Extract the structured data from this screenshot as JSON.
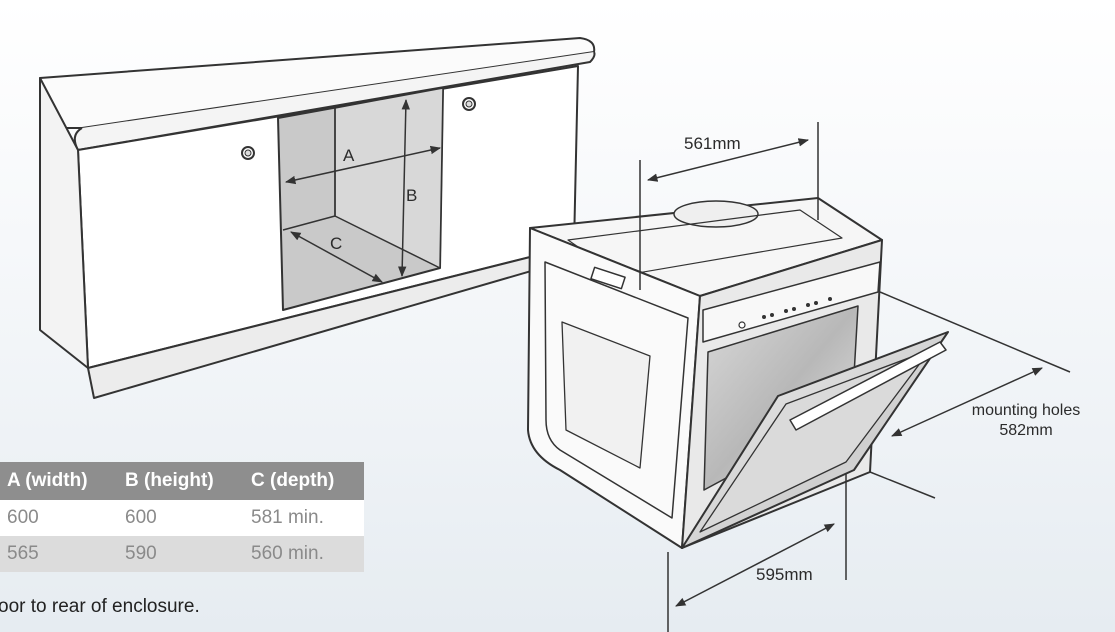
{
  "labels": {
    "a": "A",
    "b": "B",
    "c": "C",
    "width_top": "561mm",
    "mount_line1": "mounting holes",
    "mount_line2": "582mm",
    "width_bottom": "595mm"
  },
  "table": {
    "headers": [
      "A (width)",
      "B (height)",
      "C (depth)"
    ],
    "rows": [
      [
        "600",
        "600",
        "581 min."
      ],
      [
        "565",
        "590",
        "560 min."
      ]
    ]
  },
  "footnote": "oor to rear of enclosure.",
  "colors": {
    "line": "#333333",
    "cavity": "#c9c9c9",
    "header_bg": "#8e8e8e",
    "row_alt": "#dcdcdc",
    "value_text": "#8a8a8a"
  }
}
